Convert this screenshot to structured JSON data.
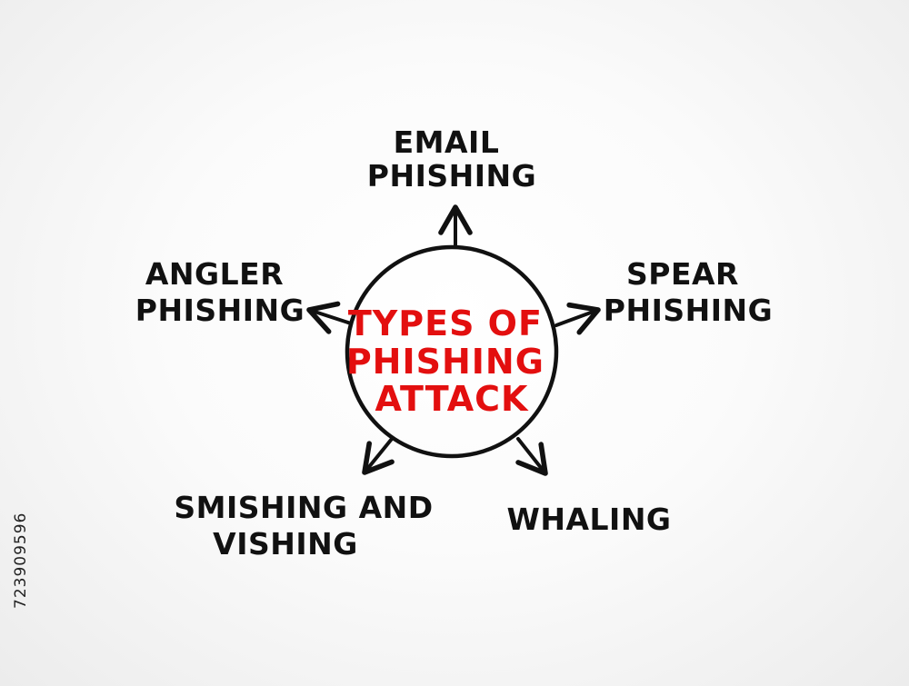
{
  "diagram": {
    "center": {
      "lines": [
        "TYPES OF",
        "PHISHING",
        "ATTACK"
      ],
      "color": "#e30f0f"
    },
    "nodes": [
      {
        "id": "email",
        "lines": [
          "EMAIL",
          "PHISHING"
        ]
      },
      {
        "id": "spear",
        "lines": [
          "SPEAR",
          "PHISHING"
        ]
      },
      {
        "id": "whaling",
        "lines": [
          "WHALING"
        ]
      },
      {
        "id": "smishing",
        "lines": [
          "SMISHING AND",
          "VISHING"
        ]
      },
      {
        "id": "angler",
        "lines": [
          "ANGLER",
          "PHISHING"
        ]
      }
    ],
    "text_color": "#111111"
  },
  "watermark": {
    "stock_id": "723909596"
  }
}
